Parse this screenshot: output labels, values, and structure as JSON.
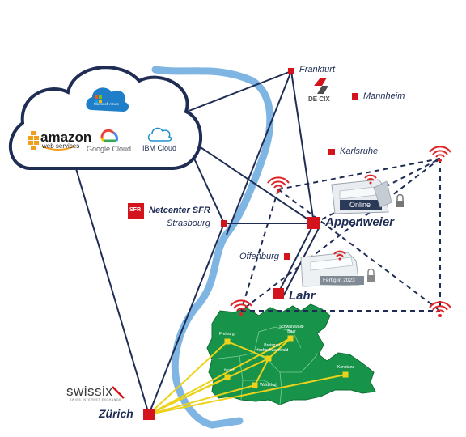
{
  "cloud_providers": {
    "azure": "Microsoft Azure",
    "aws_name": "amazon",
    "aws_sub": "web services",
    "google": "Google Cloud",
    "ibm": "IBM Cloud"
  },
  "cities": {
    "frankfurt": "Frankfurt",
    "mannheim": "Mannheim",
    "karlsruhe": "Karlsruhe",
    "strasbourg": "Strasbourg",
    "offenburg": "Offenburg",
    "appenweier": "Appenweier",
    "lahr": "Lahr",
    "zurich": "Zürich"
  },
  "logos": {
    "decix": "DE CIX",
    "sfr_mark": "SFR",
    "sfr_label": "Netcenter SFR",
    "swissix": "swissix",
    "swissix_sub": "SWISS INTERNET EXCHANGE"
  },
  "datacenters": {
    "online": "Online",
    "fertig": "Fertig in 2023"
  },
  "regions": {
    "freiburg": "Freiburg",
    "breisgau": "Breisgau\nHochschwarzwald",
    "schwarzwald": "Schwarzwald-\nBaar",
    "loerrach": "Lörrach",
    "waldshut": "Waldshut",
    "konstanz": "Konstanz"
  },
  "colors": {
    "navy": "#1f2d55",
    "node_red": "#d3141c",
    "river": "#7fb5e3",
    "region_green": "#17944a",
    "link_yellow": "#ecd21a",
    "wifi_red": "#e02426"
  }
}
